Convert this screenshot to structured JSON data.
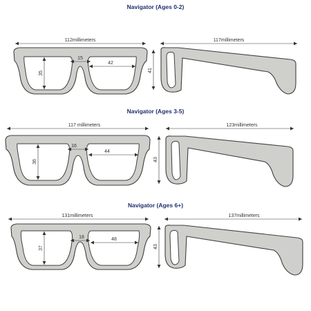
{
  "page": {
    "background": "#ffffff",
    "title_color": "#1f2f6e",
    "frame_fill": "#cfcfcc",
    "outline": "#3f3f3f"
  },
  "sections": [
    {
      "title": "Navigator (Ages 0-2)",
      "front_width_label": "112millimeters",
      "side_length_label": "117millimeters",
      "bridge": "15",
      "lens_width": "42",
      "lens_height": "35",
      "frame_height": "41"
    },
    {
      "title": "Navigator (Ages 3-5)",
      "front_width_label": "117 millimeters",
      "side_length_label": "123millimeters",
      "bridge": "16",
      "lens_width": "44",
      "lens_height": "36",
      "frame_height": "43"
    },
    {
      "title": "Navigator (Ages 6+)",
      "front_width_label": "131millimeters",
      "side_length_label": "137millimeters",
      "bridge": "18",
      "lens_width": "48",
      "lens_height": "37",
      "frame_height": "43"
    }
  ]
}
